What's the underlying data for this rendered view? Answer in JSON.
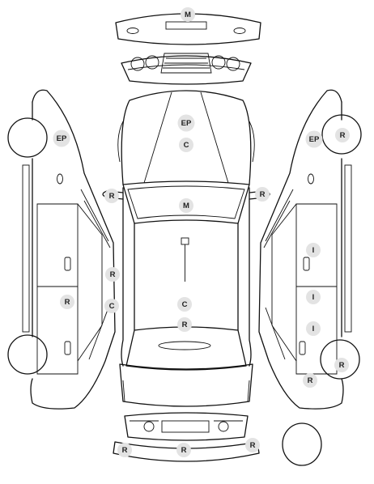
{
  "markers": [
    {
      "id": "front-bumper",
      "code": "M"
    },
    {
      "id": "hood-ep",
      "code": "EP"
    },
    {
      "id": "hood-c",
      "code": "C"
    },
    {
      "id": "windshield",
      "code": "M"
    },
    {
      "id": "roof-c",
      "code": "C"
    },
    {
      "id": "roof-r",
      "code": "R"
    },
    {
      "id": "left-mirror",
      "code": "R"
    },
    {
      "id": "right-mirror",
      "code": "R"
    },
    {
      "id": "left-fender",
      "code": "EP"
    },
    {
      "id": "left-pillar-r",
      "code": "R"
    },
    {
      "id": "left-pillar-c",
      "code": "C"
    },
    {
      "id": "left-rear-door",
      "code": "R"
    },
    {
      "id": "right-fender-ep",
      "code": "EP"
    },
    {
      "id": "right-front-wheel",
      "code": "R"
    },
    {
      "id": "right-front-door",
      "code": "I"
    },
    {
      "id": "right-rear-door-1",
      "code": "I"
    },
    {
      "id": "right-rear-door-2",
      "code": "I"
    },
    {
      "id": "right-rear-wheel",
      "code": "R"
    },
    {
      "id": "right-quarter",
      "code": "R"
    },
    {
      "id": "rear-bumper-left",
      "code": "R"
    },
    {
      "id": "rear-bumper-center",
      "code": "R"
    },
    {
      "id": "rear-bumper-right",
      "code": "R"
    }
  ]
}
